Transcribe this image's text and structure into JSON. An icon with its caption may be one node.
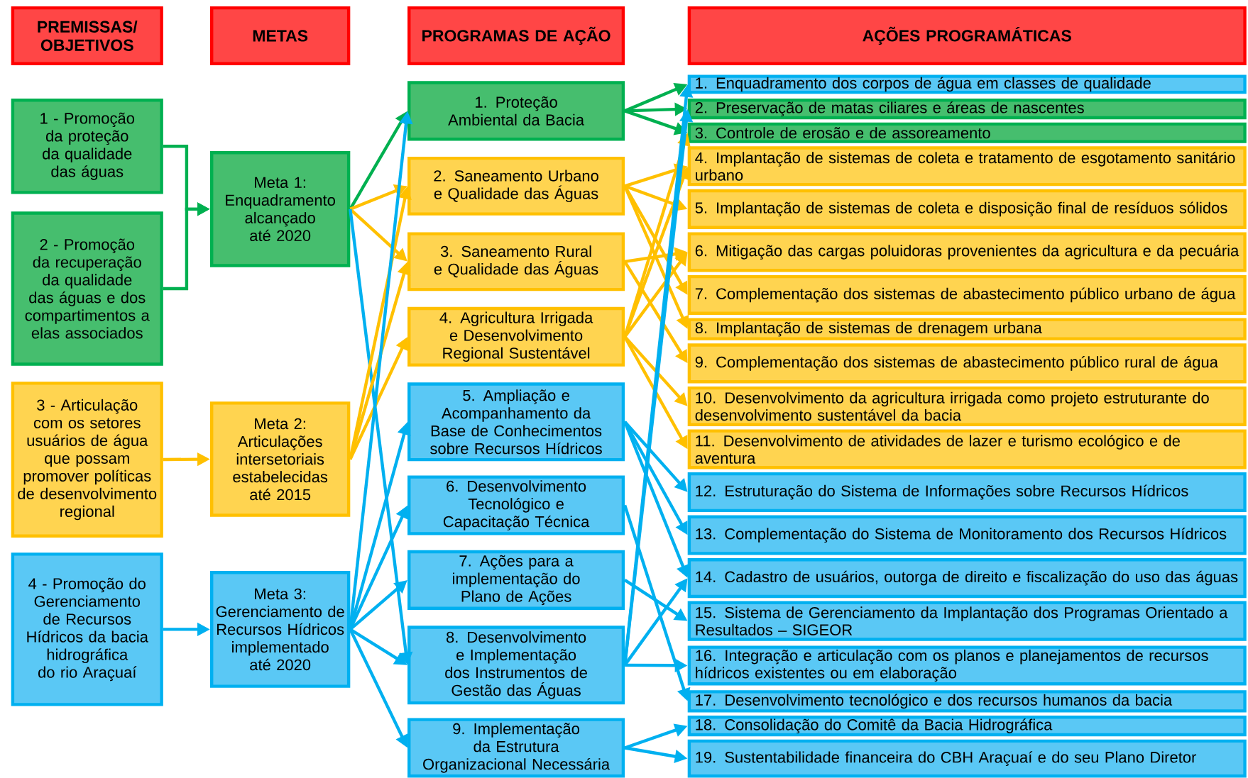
{
  "diagram": {
    "nodes": [
      {
        "text": [
          "PREMISSAS/ OBJETIVOS"
        ]
      },
      {
        "text": [
          "METAS"
        ]
      },
      {
        "text": [
          "PROGRAMAS DE AÇÃO"
        ]
      },
      {
        "text": [
          "AÇÕES PROGRAMÁTICAS"
        ]
      },
      {
        "text": [
          "1 - Promoção da proteção da qualidade das águas"
        ]
      },
      {
        "text": [
          "2 - Promoção da recuperação da qualidade das águas e dos compartimentos a elas associados"
        ]
      },
      {
        "text": [
          "3 - Articulação com os setores usuários de água que possam promover políticas de desenvolvimento regional"
        ]
      },
      {
        "text": [
          "4 - Promoção do Gerenciamento de Recursos Hídricos da bacia hidrográfica do rio Araçuaí"
        ]
      },
      {
        "text": [
          "Meta 1: Enquadramento alcançado até 2020"
        ]
      },
      {
        "text": [
          "Meta 2: Articulações intersetoriais estabelecidas até 2015"
        ]
      },
      {
        "text": [
          "Meta 3: Gerenciamento de Recursos Hídricos implementado até 2020"
        ]
      },
      {
        "text": [
          "1. Proteção Ambiental da Bacia"
        ]
      },
      {
        "text": [
          "2. Saneamento Urbano e Qualidade das Águas"
        ]
      },
      {
        "text": [
          "3. Saneamento Rural e Qualidade das Águas"
        ]
      },
      {
        "text": [
          "4. Agricultura Irrigada e Desenvolvimento Regional Sustentável"
        ]
      },
      {
        "text": [
          "5. Ampliação e Acompanhamento da Base de Conhecimentos sobre Recursos Hídricos"
        ]
      },
      {
        "text": [
          "6. Desenvolvimento Tecnológico e Capacitação Técnica"
        ]
      },
      {
        "text": [
          "7. Ações para a implementação do Plano de Ações"
        ]
      },
      {
        "text": [
          "8. Desenvolvimento e Implementação dos Instrumentos de Gestão das Águas"
        ]
      },
      {
        "text": [
          "9. Implementação da Estrutura Organizacional Necessária"
        ]
      },
      {
        "text": [
          "1. Enquadramento dos corpos de água em classes de qualidade"
        ]
      },
      {
        "text": [
          "2. Preservação de matas ciliares e áreas de nascentes"
        ]
      },
      {
        "text": [
          "3. Controle de erosão e de assoreamento"
        ]
      },
      {
        "text": [
          "4. Implantação de sistemas de coleta e tratamento de esgotamento sanitário urbano"
        ]
      },
      {
        "text": [
          "5. Implantação de sistemas de coleta e disposição final de resíduos sólidos"
        ]
      },
      {
        "text": [
          "6. Mitigação das cargas poluidoras provenientes da agricultura e da pecuária"
        ]
      },
      {
        "text": [
          "7. Complementação dos sistemas de abastecimento público urbano de água"
        ]
      },
      {
        "text": [
          "8. Implantação de sistemas de drenagem urbana"
        ]
      },
      {
        "text": [
          "9. Complementação dos sistemas de abastecimento público rural de água"
        ]
      },
      {
        "text": [
          "10. Desenvolvimento da agricultura irrigada como projeto estruturante do desenvolvimento sustentável da bacia"
        ]
      },
      {
        "text": [
          "11. Desenvolvimento de atividades de lazer e turismo ecológico e de aventura"
        ]
      },
      {
        "text": [
          "12. Estruturação do Sistema de Informações sobre Recursos Hídricos"
        ]
      },
      {
        "text": [
          "13. Complementação do Sistema de Monitoramento dos Recursos Hídricos"
        ]
      },
      {
        "text": [
          "14. Cadastro de usuários, outorga de direito e fiscalização do uso das águas"
        ]
      },
      {
        "text": [
          "15. Sistema de Gerenciamento da Implantação dos Programas Orientado a Resultados – SIGEOR"
        ]
      },
      {
        "text": [
          "16. Integração e articulação com os planos e planejamentos de recursos hídricos existentes ou em elaboração"
        ]
      },
      {
        "text": [
          "17. Desenvolvimento tecnológico e dos recursos humanos da bacia"
        ]
      },
      {
        "text": [
          "18. Consolidação do Comitê da Bacia Hidrográfica"
        ]
      },
      {
        "text": [
          "19. Sustentabilidade financeira do CBH Araçuaí e do seu Plano Diretor"
        ]
      }
    ],
    "edges": [
      {
        "from": 4,
        "to": 8,
        "arrow": "to",
        "color": "#00b050"
      },
      {
        "from": 5,
        "to": 8,
        "arrow": "to",
        "color": "#00b050"
      },
      {
        "from": 6,
        "to": 9,
        "arrow": "to",
        "color": "#ffc000"
      },
      {
        "from": 7,
        "to": 10,
        "arrow": "to"
      },
      {
        "from": 8,
        "to": 11,
        "arrow": "to",
        "color": "#00b050"
      },
      {
        "from": 8,
        "to": 12,
        "arrow": "to",
        "color": "#ffc000"
      },
      {
        "from": 8,
        "to": 13,
        "arrow": "to",
        "color": "#ffc000"
      },
      {
        "from": 8,
        "to": 18,
        "arrow": "to"
      },
      {
        "from": 9,
        "to": 12,
        "arrow": "to",
        "color": "#ffc000"
      },
      {
        "from": 9,
        "to": 13,
        "arrow": "to",
        "color": "#ffc000"
      },
      {
        "from": 9,
        "to": 14,
        "arrow": "to",
        "color": "#ffc000"
      },
      {
        "from": 10,
        "to": 11,
        "arrow": "to"
      },
      {
        "from": 10,
        "to": 15,
        "arrow": "to"
      },
      {
        "from": 10,
        "to": 16,
        "arrow": "to"
      },
      {
        "from": 10,
        "to": 17,
        "arrow": "to"
      },
      {
        "from": 10,
        "to": 18,
        "arrow": "to"
      },
      {
        "from": 10,
        "to": 19,
        "arrow": "to"
      },
      {
        "from": 11,
        "to": 20,
        "arrow": "to",
        "color": "#00b050"
      },
      {
        "from": 11,
        "to": 21,
        "arrow": "to",
        "color": "#00b050"
      },
      {
        "from": 11,
        "to": 22,
        "arrow": "to",
        "color": "#00b050"
      },
      {
        "from": 12,
        "to": 23,
        "arrow": "to",
        "color": "#ffc000"
      },
      {
        "from": 12,
        "to": 24,
        "arrow": "to",
        "color": "#ffc000"
      },
      {
        "from": 12,
        "to": 26,
        "arrow": "to",
        "color": "#ffc000"
      },
      {
        "from": 12,
        "to": 27,
        "arrow": "to",
        "color": "#ffc000"
      },
      {
        "from": 13,
        "to": 25,
        "arrow": "to",
        "color": "#ffc000"
      },
      {
        "from": 13,
        "to": 28,
        "arrow": "to",
        "color": "#ffc000"
      },
      {
        "from": 14,
        "to": 22,
        "arrow": "to",
        "color": "#ffc000"
      },
      {
        "from": 14,
        "to": 23,
        "arrow": "to",
        "color": "#ffc000"
      },
      {
        "from": 14,
        "to": 25,
        "arrow": "to",
        "color": "#ffc000"
      },
      {
        "from": 14,
        "to": 29,
        "arrow": "to",
        "color": "#ffc000"
      },
      {
        "from": 14,
        "to": 30,
        "arrow": "to",
        "color": "#ffc000"
      },
      {
        "from": 15,
        "to": 31,
        "arrow": "to"
      },
      {
        "from": 15,
        "to": 32,
        "arrow": "to"
      },
      {
        "from": 15,
        "to": 33,
        "arrow": "to"
      },
      {
        "from": 16,
        "to": 36,
        "arrow": "to"
      },
      {
        "from": 17,
        "to": 34,
        "arrow": "to"
      },
      {
        "from": 18,
        "to": 20,
        "arrow": "to"
      },
      {
        "from": 18,
        "to": 21,
        "arrow": "to"
      },
      {
        "from": 18,
        "to": 33,
        "arrow": "to"
      },
      {
        "from": 18,
        "to": 35,
        "arrow": "to"
      },
      {
        "from": 19,
        "to": 37,
        "arrow": "to"
      },
      {
        "from": 19,
        "to": 38,
        "arrow": "to"
      }
    ]
  }
}
